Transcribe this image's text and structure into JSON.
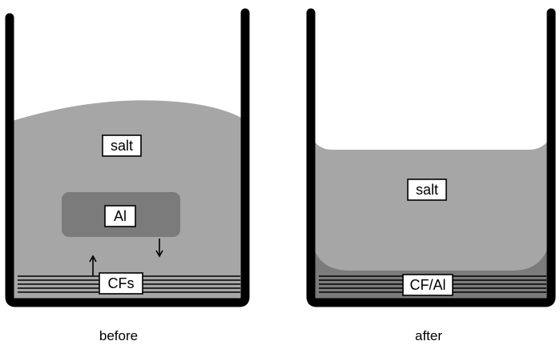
{
  "panels": {
    "before": {
      "caption": "before",
      "labels": {
        "salt": "salt",
        "al": "Al",
        "cfs": "CFs"
      }
    },
    "after": {
      "caption": "after",
      "labels": {
        "salt": "salt",
        "cf_al": "CF/Al"
      }
    }
  },
  "colors": {
    "container": "#000000",
    "salt": "#a6a6a6",
    "aluminum": "#7b7b7b",
    "fibers": "#000000",
    "background": "#ffffff"
  }
}
